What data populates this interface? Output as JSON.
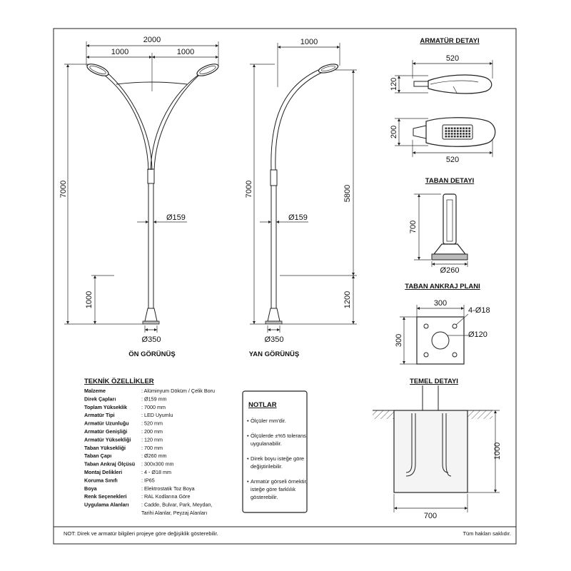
{
  "views": {
    "front": {
      "title": "ÖN GÖRÜNÜŞ",
      "width_total": "2000",
      "arm_left": "1000",
      "arm_right": "1000",
      "height_total": "7000",
      "base_height": "1000",
      "pole_diameter": "Ø159",
      "base_diameter": "Ø350"
    },
    "side": {
      "title": "YAN GÖRÜNÜŞ",
      "arm_reach": "1000",
      "height_total": "7000",
      "pole_height": "5800",
      "base_height": "1200",
      "pole_diameter": "Ø159",
      "base_diameter": "Ø350"
    }
  },
  "luminaire_detail": {
    "title": "ARMATÜR DETAYI",
    "side_length": "520",
    "side_height": "120",
    "top_length": "520",
    "top_width": "200"
  },
  "base_detail": {
    "title": "TABAN DETAYI",
    "height": "700",
    "diameter": "Ø260"
  },
  "anchor_plan": {
    "title": "TABAN ANKRAJ PLANI",
    "plate_width": "300",
    "plate_height": "300",
    "holes": "4-Ø18",
    "center_hole": "Ø120"
  },
  "foundation_detail": {
    "title": "TEMEL DETAYI",
    "depth": "1000",
    "width": "700"
  },
  "specs": {
    "title": "TEKNİK ÖZELLİKLER",
    "rows": [
      {
        "label": "Malzeme",
        "value": ": Alüminyum Döküm / Çelik Boru"
      },
      {
        "label": "Direk Çapları",
        "value": ": Ø159 mm"
      },
      {
        "label": "Toplam Yükseklik",
        "value": ": 7000 mm"
      },
      {
        "label": "Armatür Tipi",
        "value": ": LED Uyumlu"
      },
      {
        "label": "Armatür Uzunluğu",
        "value": ": 520 mm"
      },
      {
        "label": "Armatür Genişliği",
        "value": ": 200 mm"
      },
      {
        "label": "Armatür Yüksekliği",
        "value": ": 120 mm"
      },
      {
        "label": "Taban Yüksekliği",
        "value": ": 700 mm"
      },
      {
        "label": "Taban Çapı",
        "value": ": Ø260 mm"
      },
      {
        "label": "Taban Ankraj Ölçüsü",
        "value": ": 300x300 mm"
      },
      {
        "label": "Montaj Delikleri",
        "value": ": 4 - Ø18 mm"
      },
      {
        "label": "Koruma Sınıfı",
        "value": ": IP65"
      },
      {
        "label": "Boya",
        "value": ": Elektrostatik Toz Boya"
      },
      {
        "label": "Renk Seçenekleri",
        "value": ": RAL Kodlarına Göre"
      },
      {
        "label": "Uygulama Alanları",
        "value": ": Cadde, Bulvar, Park, Meydan,"
      },
      {
        "label": "",
        "value": "Tarihi Alanlar, Peyzaj Alanları"
      }
    ]
  },
  "notes": {
    "title": "NOTLAR",
    "items": [
      {
        "lines": [
          "Ölçüler mm'dir."
        ]
      },
      {
        "lines": [
          "Ölçülerde ±%5 tolerans",
          "uygulanabilir."
        ]
      },
      {
        "lines": [
          "Direk boyu isteğe göre",
          "değiştirilebilir."
        ]
      },
      {
        "lines": [
          "Armatür görseli örnektir,",
          "isteğe göre farklılık",
          "gösterebilir."
        ]
      }
    ]
  },
  "footer": {
    "note": "NOT: Direk ve armatür bilgileri projeye göre değişiklik gösterebilir.",
    "rights": "Tüm hakları saklıdır."
  }
}
